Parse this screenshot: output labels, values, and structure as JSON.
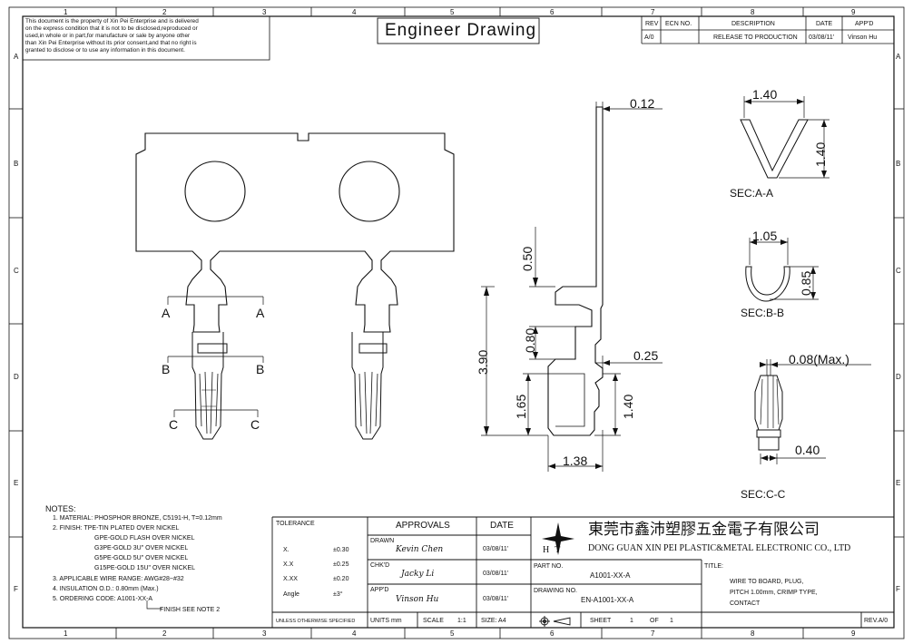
{
  "disclaimer": [
    "This document is the property of Xin Pei Enterprise and is delivered",
    "on the express condition that it is not to be disclosed,reproduced or",
    "used,in whole or in part,for manufacture or sale by anyone other",
    "than Xin Pei Enterprise without its prior consent,and that no right is",
    "granted to disclose or to use any information in this document."
  ],
  "title_box": "Engineer Drawing",
  "grid": {
    "cols": [
      "1",
      "2",
      "3",
      "4",
      "5",
      "6",
      "7",
      "8",
      "9"
    ],
    "rows": [
      "A",
      "B",
      "C",
      "D",
      "E",
      "F"
    ]
  },
  "revision": {
    "headers": {
      "rev": "REV",
      "ecn": "ECN NO.",
      "desc": "DESCRIPTION",
      "date": "DATE",
      "appd": "APP'D"
    },
    "row": {
      "rev": "A/0",
      "ecn": "",
      "desc": "RELEASE TO PRODUCTION",
      "date": "03/08/11'",
      "appd": "Vinson Hu"
    }
  },
  "dimensions": {
    "thickness": "0.12",
    "h050": "0.50",
    "h390": "3.90",
    "h080": "0.80",
    "w025": "0.25",
    "h165": "1.65",
    "h140b": "1.40",
    "w138": "1.38",
    "secA_w": "1.40",
    "secA_h": "1.40",
    "secB_w": "1.05",
    "secB_h": "0.85",
    "secC_top": "0.08(Max.)",
    "secC_w": "0.40"
  },
  "section_labels": {
    "a": "A",
    "b": "B",
    "c": "C",
    "secA": "SEC:A-A",
    "secB": "SEC:B-B",
    "secC": "SEC:C-C"
  },
  "notes": {
    "title": "NOTES:",
    "lines": [
      "1. MATERIAL: PHOSPHOR BRONZE, C5191-H, T=0.12mm",
      "2. FINISH: TPE-TIN PLATED OVER NICKEL",
      "GPE-GOLD FLASH OVER NICKEL",
      "G3PE-GOLD 3U\" OVER NICKEL",
      "G5PE-GOLD 5U\" OVER NICKEL",
      "G15PE-GOLD 15U\" OVER NICKEL",
      "3. APPLICABLE WIRE RANGE: AWG#28~#32",
      "4. INSULATION O.D.: 0.80mm (Max.)",
      "5. ORDERING CODE: A1001-XX-A",
      "FINISH SEE NOTE 2"
    ]
  },
  "tolerance": {
    "header": "TOLERANCE",
    "rows": [
      {
        "k": "X.",
        "v": "±0.30"
      },
      {
        "k": "X.X",
        "v": "±0.25"
      },
      {
        "k": "X.XX",
        "v": "±0.20"
      },
      {
        "k": "Angle",
        "v": "±3°"
      }
    ],
    "footer": "UNLESS OTHERWISE SPECIFIED"
  },
  "approvals": {
    "header": "APPROVALS",
    "date_header": "DATE",
    "drawn_label": "DRAWN",
    "drawn_name": "Kevin Chen",
    "drawn_date": "03/08/11'",
    "chkd_label": "CHK'D",
    "chkd_name": "Jacky Li",
    "chkd_date": "03/08/11'",
    "appd_label": "APP'D",
    "appd_name": "Vinson Hu",
    "appd_date": "03/08/11'"
  },
  "company": {
    "logo": "HT",
    "cn": "東莞市鑫沛塑膠五金電子有限公司",
    "en": "DONG GUAN XIN PEI PLASTIC&METAL ELECTRONIC CO., LTD"
  },
  "part": {
    "part_label": "PART NO.",
    "part_no": "A1001-XX-A",
    "drawing_label": "DRAWING NO.",
    "drawing_no": "EN-A1001-XX-A",
    "title_label": "TITLE:",
    "title_lines": [
      "WIRE TO BOARD, PLUG,",
      "PITCH 1.00mm, CRIMP TYPE,",
      "CONTACT"
    ]
  },
  "bottom": {
    "units": "UNITS mm",
    "scale_label": "SCALE",
    "scale": "1:1",
    "size": "SIZE: A4",
    "sheet_label": "SHEET",
    "sheet": "1",
    "of_label": "OF",
    "of": "1",
    "rev": "REV.A/0"
  }
}
